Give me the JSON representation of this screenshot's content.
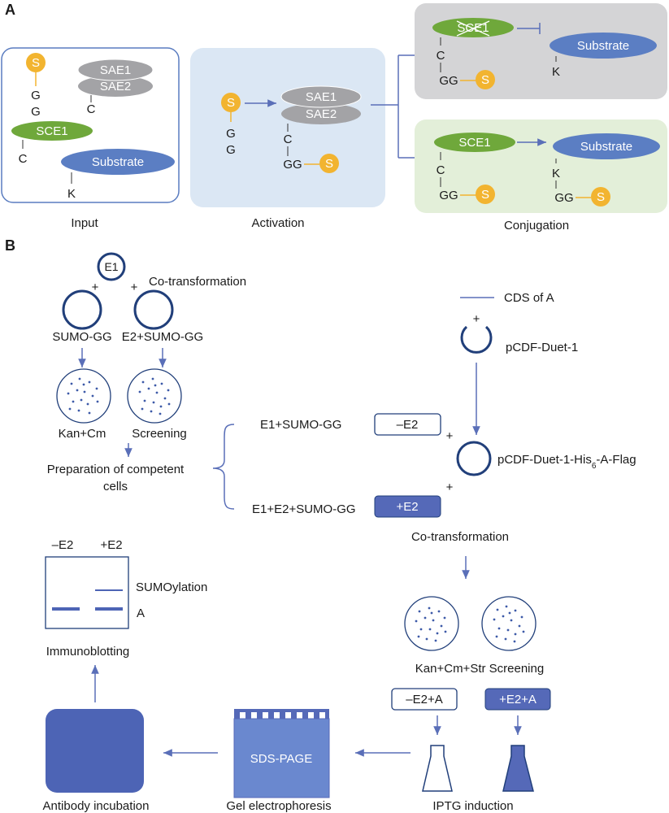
{
  "panel_a": {
    "letter": "A",
    "input": {
      "caption": "Input",
      "sumo_s": "S",
      "sumo_g1": "G",
      "sumo_g2": "G",
      "sae1": "SAE1",
      "sae2": "SAE2",
      "sae_c": "C",
      "sce1": "SCE1",
      "sce_c": "C",
      "substrate": "Substrate",
      "sub_k": "K"
    },
    "activation": {
      "caption": "Activation",
      "sumo_s": "S",
      "sumo_g1": "G",
      "sumo_g2": "G",
      "sae1": "SAE1",
      "sae2": "SAE2",
      "sae_c": "C",
      "gg": "GG",
      "gg_s": "S"
    },
    "conj_top": {
      "sce1": "SCE1",
      "sce_c": "C",
      "gg": "GG",
      "gg_s": "S",
      "substrate": "Substrate",
      "sub_k": "K"
    },
    "conj_bottom": {
      "sce1": "SCE1",
      "sce_c": "C",
      "gg": "GG",
      "gg_s": "S",
      "substrate": "Substrate",
      "sub_k": "K",
      "sub_gg": "GG",
      "sub_gg_s": "S"
    },
    "conjugation_caption": "Conjugation"
  },
  "panel_b": {
    "letter": "B",
    "e1": "E1",
    "plus1": "+",
    "plus2": "+",
    "cotransformation_top": "Co-transformation",
    "sumo_gg": "SUMO-GG",
    "e2_sumo_gg": "E2+SUMO-GG",
    "kan_cm": "Kan+Cm",
    "screening": "Screening",
    "prep_line1": "Preparation of competent",
    "prep_line2": "cells",
    "cds_legend": "CDS of A",
    "plus_vector": "+",
    "pcdf_duet": "pCDF-Duet-1",
    "e1_sumo": "E1+SUMO-GG",
    "minus_e2_box": "–E2",
    "e1_e2_sumo": "E1+E2+SUMO-GG",
    "plus_e2_box": "+E2",
    "plus_right1": "+",
    "plus_right2": "+",
    "pcdf_flag_prefix": "pCDF-Duet-1-His",
    "pcdf_flag_sub": "6",
    "pcdf_flag_suffix": "-A-Flag",
    "cotransformation_mid": "Co-transformation",
    "blot_minus_e2": "–E2",
    "blot_plus_e2": "+E2",
    "sumoylation": "SUMOylation",
    "band_a": "A",
    "immunoblotting": "Immunoblotting",
    "kan_cm_str": "Kan+Cm+Str Screening",
    "minus_e2_a": "–E2+A",
    "plus_e2_a": "+E2+A",
    "sds_page": "SDS-PAGE",
    "antibody_incubation": "Antibody incubation",
    "gel_electrophoresis": "Gel electrophoresis",
    "iptg_induction": "IPTG induction"
  },
  "colors": {
    "navy": "#213f7a",
    "blue_fill": "#5569b8",
    "arrow": "#5a6fb8",
    "sumo_yellow": "#f2b430",
    "sce_green": "#6fa83b",
    "sae_gray": "#a3a3a6",
    "substrate_blue": "#5b7ec3",
    "activation_bg": "#dbe7f4",
    "conj_top_bg": "#d4d4d6",
    "conj_bottom_bg": "#e3efd9"
  }
}
